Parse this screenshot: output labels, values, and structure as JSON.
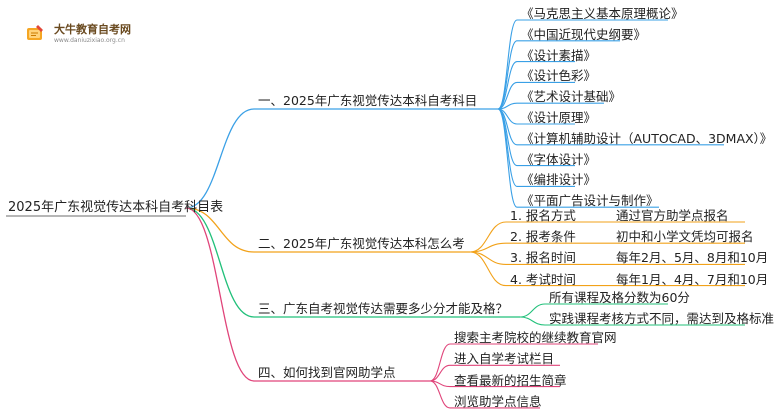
{
  "logo": {
    "icon": "book-pencil-icon",
    "name": "大牛教育自考网",
    "url": "www.daniuzixiao.org.cn"
  },
  "root": {
    "label": "2025年广东视觉传达本科自考科目表"
  },
  "colors": {
    "branch1": "#3aa0e6",
    "branch2": "#f2a21a",
    "branch3": "#21c07a",
    "branch4": "#e0447a",
    "root_line": "#8a8a8a"
  },
  "branches": [
    {
      "label": "一、2025年广东视觉传达本科自考科目",
      "items": [
        {
          "text": "《马克思主义基本原理概论》"
        },
        {
          "text": "《中国近现代史纲要》"
        },
        {
          "text": "《设计素描》"
        },
        {
          "text": "《设计色彩》"
        },
        {
          "text": "《艺术设计基础》"
        },
        {
          "text": "《设计原理》"
        },
        {
          "text": "《计算机辅助设计（AUTOCAD、3DMAX）》"
        },
        {
          "text": "《字体设计》"
        },
        {
          "text": "《编排设计》"
        },
        {
          "text": "《平面广告设计与制作》"
        }
      ]
    },
    {
      "label": "二、2025年广东视觉传达本科怎么考",
      "items": [
        {
          "text": "1. 报名方式",
          "detail": "通过官方助学点报名"
        },
        {
          "text": "2. 报考条件",
          "detail": "初中和小学文凭均可报名"
        },
        {
          "text": "3. 报名时间",
          "detail": "每年2月、5月、8月和10月"
        },
        {
          "text": "4. 考试时间",
          "detail": "每年1月、4月、7月和10月"
        }
      ]
    },
    {
      "label": "三、广东自考视觉传达需要多少分才能及格？",
      "items": [
        {
          "text": "所有课程及格分数为60分"
        },
        {
          "text": "实践课程考核方式不同，需达到及格标准"
        }
      ]
    },
    {
      "label": "四、如何找到官网助学点",
      "items": [
        {
          "text": "搜索主考院校的继续教育官网"
        },
        {
          "text": "进入自学考试栏目"
        },
        {
          "text": "查看最新的招生简章"
        },
        {
          "text": "浏览助学点信息"
        }
      ]
    }
  ]
}
